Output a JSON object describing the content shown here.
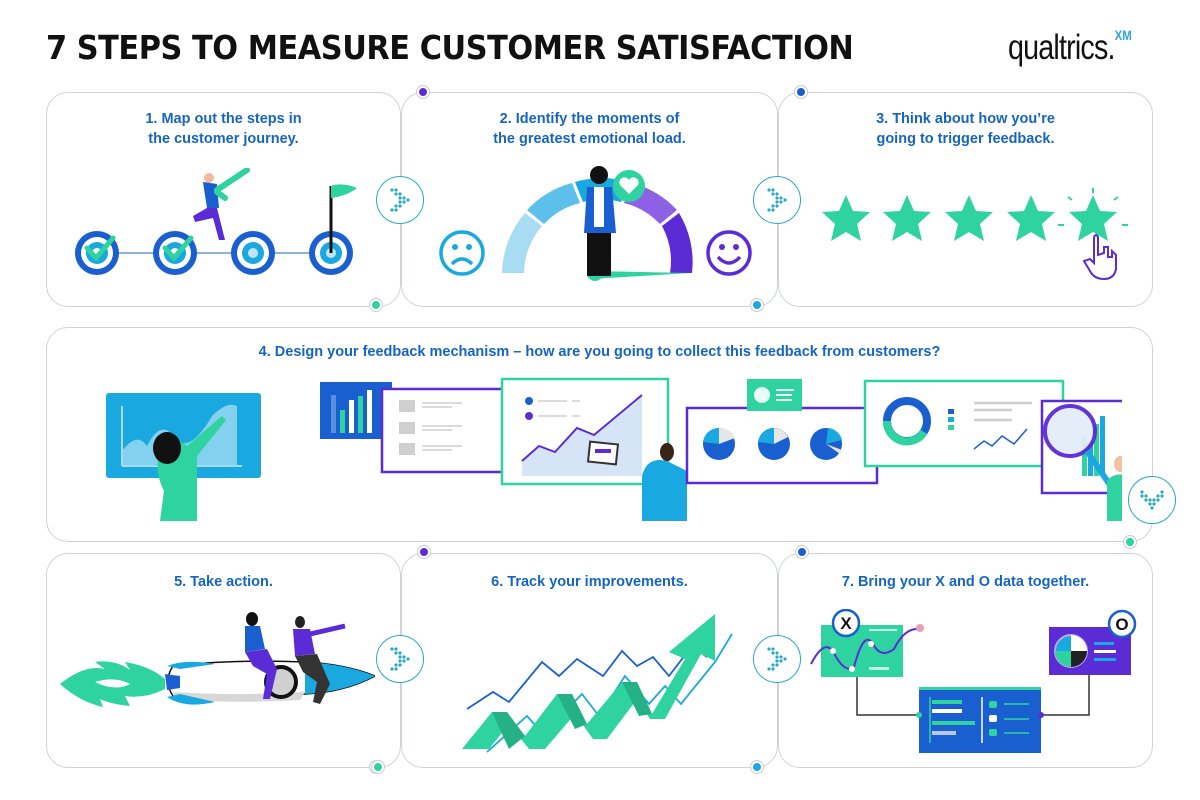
{
  "header": {
    "title": "7 STEPS TO MEASURE CUSTOMER SATISFACTION",
    "logo_text": "qualtrics.",
    "logo_suffix": "XM"
  },
  "colors": {
    "title_blue": "#1565c0",
    "teal_green": "#2ed3a0",
    "purple": "#5b2bd6",
    "sky_blue": "#1aa8e0",
    "deep_blue": "#1a5fcf",
    "border_gray": "#cfd3d8"
  },
  "steps": [
    {
      "number": "1",
      "line1": "1. Map out the steps in",
      "line2": "the customer journey.",
      "illustration": "targets-journey-with-flag"
    },
    {
      "number": "2",
      "line1": "2. Identify the moments of",
      "line2": "the greatest emotional load.",
      "illustration": "emotion-gauge-sad-to-happy"
    },
    {
      "number": "3",
      "line1": "3. Think about how you’re",
      "line2": "going to trigger feedback.",
      "illustration": "five-star-rating-click"
    },
    {
      "number": "4",
      "line1": "4. Design your feedback mechanism – how are you going to collect this feedback from customers?",
      "line2": "",
      "illustration": "dashboards-and-analysts"
    },
    {
      "number": "5",
      "line1": "5. Take action.",
      "line2": "",
      "illustration": "people-riding-rocket"
    },
    {
      "number": "6",
      "line1": "6. Track your improvements.",
      "line2": "",
      "illustration": "upward-trend-arrow"
    },
    {
      "number": "7",
      "line1": "7. Bring your X and O data together.",
      "line2": "",
      "illustration": "x-and-o-data-merge"
    }
  ],
  "connectors": [
    {
      "from": "1",
      "to": "2",
      "icon": "chevron-right-dotted"
    },
    {
      "from": "2",
      "to": "3",
      "icon": "chevron-right-dotted"
    },
    {
      "from": "3",
      "to": "4",
      "icon": "chevron-down-dotted"
    },
    {
      "from": "5",
      "to": "6",
      "icon": "chevron-right-dotted"
    },
    {
      "from": "6",
      "to": "7",
      "icon": "chevron-right-dotted"
    }
  ],
  "step7_badges": {
    "x_label": "X",
    "o_label": "O"
  }
}
